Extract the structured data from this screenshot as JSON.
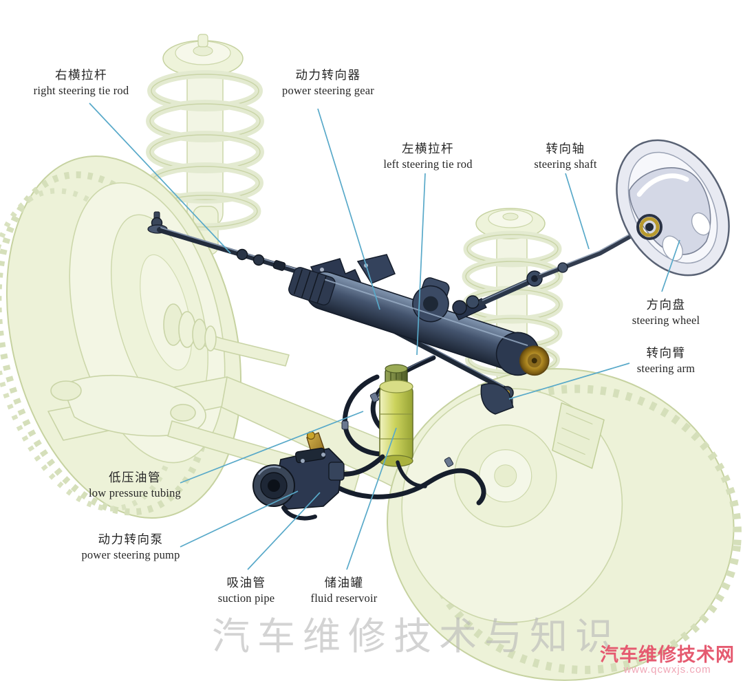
{
  "diagram_subject": "automotive power steering system",
  "labels": {
    "right_tie_rod": {
      "zh": "右横拉杆",
      "en": "right steering tie rod"
    },
    "power_steering_gear": {
      "zh": "动力转向器",
      "en": "power steering gear"
    },
    "left_tie_rod": {
      "zh": "左横拉杆",
      "en": "left steering tie rod"
    },
    "steering_shaft": {
      "zh": "转向轴",
      "en": "steering shaft"
    },
    "steering_wheel": {
      "zh": "方向盘",
      "en": "steering wheel"
    },
    "steering_arm": {
      "zh": "转向臂",
      "en": "steering arm"
    },
    "low_pressure_tubing": {
      "zh": "低压油管",
      "en": "low pressure tubing"
    },
    "power_steering_pump": {
      "zh": "动力转向泵",
      "en": "power steering pump"
    },
    "suction_pipe": {
      "zh": "吸油管",
      "en": "suction pipe"
    },
    "fluid_reservoir": {
      "zh": "储油罐",
      "en": "fluid reservoir"
    }
  },
  "watermarks": {
    "center": "汽车维修技术与知识",
    "site_name": "汽车维修技术网",
    "site_url": "www.qcwxjs.com"
  },
  "colors": {
    "leader_line": "#58a9c9",
    "ghost_fill": "#eef3da",
    "ghost_stroke": "#c6d2a0",
    "dark_part": "#2a3547",
    "reservoir_yellow_green": "#c8cf58",
    "brass": "#b8922a",
    "watermark_gray": "#b9b9b9",
    "site_name_red": "#e55a70",
    "site_url_pink": "#f0a6b6"
  }
}
